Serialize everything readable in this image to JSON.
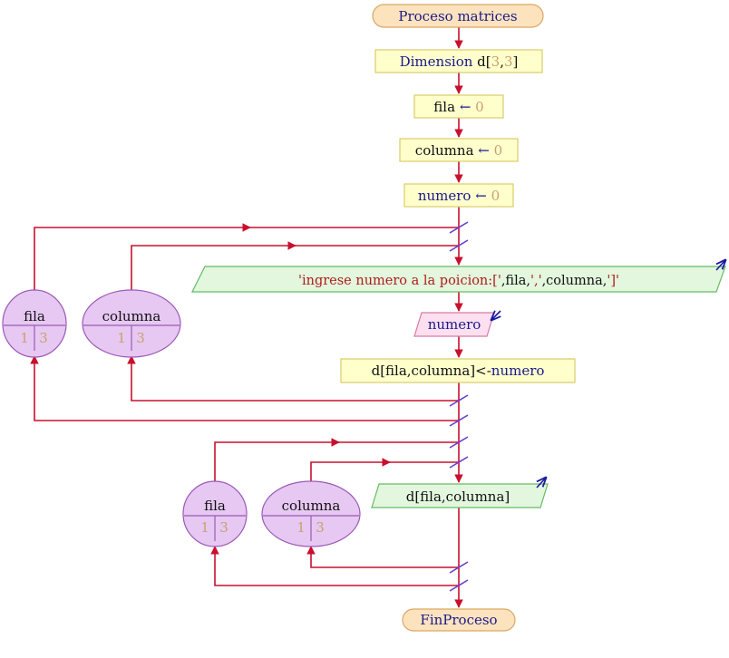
{
  "colors": {
    "flow_line": "#c8102e",
    "term_fill": "#fde3bd",
    "term_stroke": "#d9a765",
    "assign_fill": "#ffffcc",
    "assign_stroke": "#d8cc6a",
    "output_fill": "#e2f7dd",
    "output_stroke": "#66bb66",
    "input_fill": "#fde0f0",
    "input_stroke": "#d77aa5",
    "loop_fill": "#e6c8f2",
    "loop_stroke": "#9b59b6",
    "connector": "#6a3fd0",
    "io_arrow": "#1a1aa0"
  },
  "nodes": {
    "start": {
      "label": "Proceso matrices"
    },
    "dimension": {
      "keyword": "Dimension",
      "ident": "d",
      "open": "[",
      "n1": "3",
      "comma": ",",
      "n2": "3",
      "close": "]"
    },
    "init_fila": {
      "ident": "fila",
      "arrow": "←",
      "value": "0"
    },
    "init_columna": {
      "ident": "columna",
      "arrow": "←",
      "value": "0"
    },
    "init_numero": {
      "ident": "numero",
      "arrow": "←",
      "value": "0"
    },
    "prompt": {
      "q1": "'ingrese numero a la poicion:['",
      "s1": ",fila,",
      "q2": "','",
      "s2": ",columna,",
      "q3": "']'"
    },
    "read_numero": {
      "label": "numero"
    },
    "assign_matrix": {
      "target": "d[fila,columna]",
      "op": "<-",
      "value": "numero"
    },
    "write_matrix": {
      "label": "d[fila,columna]"
    },
    "end": {
      "label": "FinProceso"
    }
  },
  "loops": {
    "outer_read": {
      "var": "fila",
      "from": "1",
      "to": "3"
    },
    "inner_read": {
      "var": "columna",
      "from": "1",
      "to": "3"
    },
    "outer_write": {
      "var": "fila",
      "from": "1",
      "to": "3"
    },
    "inner_write": {
      "var": "columna",
      "from": "1",
      "to": "3"
    }
  }
}
